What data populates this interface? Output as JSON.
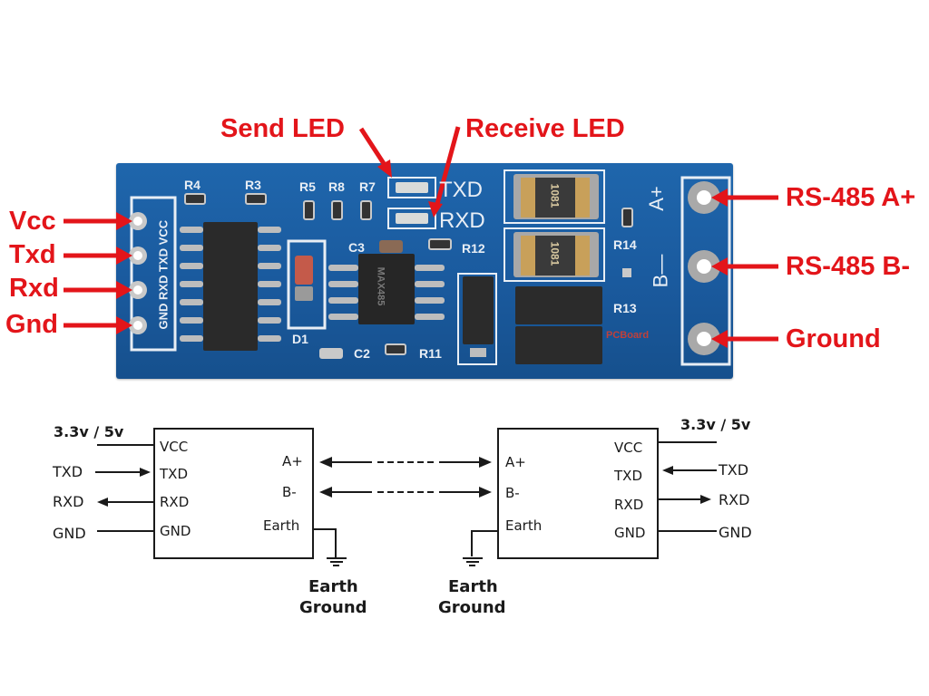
{
  "colors": {
    "annotation": "#e3151a",
    "pcb": "#1a5a9e",
    "silkscreen": "#e8eef5",
    "schematic_line": "#1a1a1a"
  },
  "callouts": {
    "send_led": "Send LED",
    "receive_led": "Receive LED",
    "left_pins": [
      "Vcc",
      "Txd",
      "Rxd",
      "Gnd"
    ],
    "right_terminals": [
      "RS-485 A+",
      "RS-485 B-",
      "Ground"
    ]
  },
  "pcb": {
    "header_silk": "GND RXD TXD VCC",
    "components": [
      "R4",
      "R3",
      "R5",
      "R8",
      "R7",
      "C3",
      "R12",
      "R14",
      "R13",
      "D1",
      "C2",
      "R11"
    ],
    "led_labels": [
      "TXD",
      "RXD"
    ],
    "terminal_labels": [
      "A+",
      "B—"
    ],
    "chip_marking": "MAX485",
    "fuse_marking": "1081",
    "watermark": "PCBoard"
  },
  "schematic": {
    "left_module": {
      "supply_label": "3.3v / 5v",
      "pins_left": [
        "VCC",
        "TXD",
        "RXD",
        "GND"
      ],
      "pins_right": [
        "A+",
        "B-",
        "Earth"
      ],
      "external_signals": [
        "TXD",
        "RXD",
        "GND"
      ],
      "ground_label": [
        "Earth",
        "Ground"
      ]
    },
    "right_module": {
      "supply_label": "3.3v / 5v",
      "pins_left": [
        "A+",
        "B-",
        "Earth"
      ],
      "pins_right": [
        "VCC",
        "TXD",
        "RXD",
        "GND"
      ],
      "external_signals": [
        "TXD",
        "RXD",
        "GND"
      ],
      "ground_label": [
        "Earth",
        "Ground"
      ]
    }
  }
}
